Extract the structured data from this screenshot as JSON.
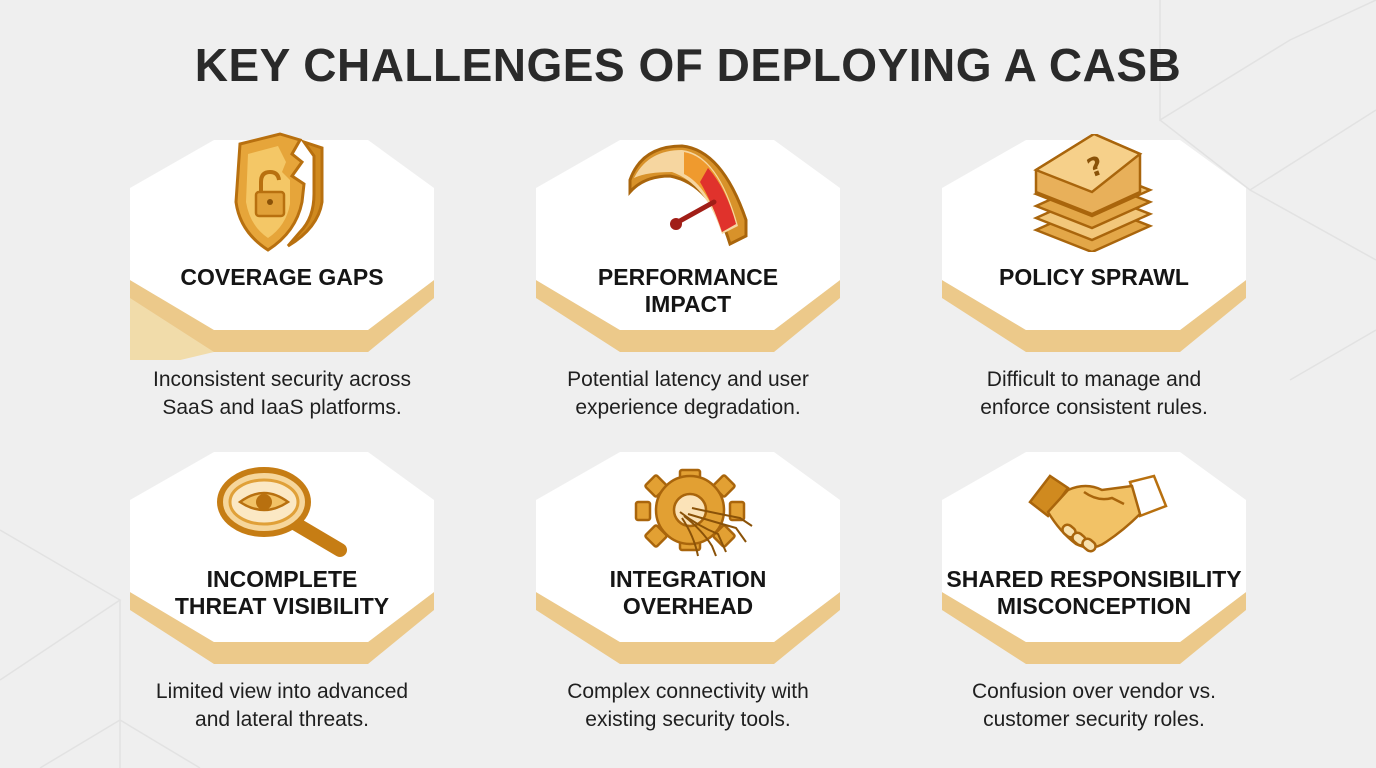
{
  "page": {
    "title": "KEY CHALLENGES OF DEPLOYING A CASB"
  },
  "colors": {
    "background": "#efefef",
    "hex_face": "#ffffff",
    "hex_base": "#ecc98a",
    "icon_orange": "#e2a033",
    "icon_dark": "#c67d14",
    "gauge_red": "#e0322c"
  },
  "cards": [
    {
      "label": "COVERAGE GAPS",
      "description": "Inconsistent security across\nSaaS and IaaS platforms.",
      "icon": "broken-shield-lock-icon"
    },
    {
      "label": "PERFORMANCE\nIMPACT",
      "description": "Potential latency and user\nexperience degradation.",
      "icon": "speedometer-icon"
    },
    {
      "label": "POLICY SPRAWL",
      "description": "Difficult to manage and\nenforce consistent rules.",
      "icon": "stacked-documents-question-icon"
    },
    {
      "label": "INCOMPLETE\nTHREAT VISIBILITY",
      "description": "Limited view into advanced\nand lateral threats.",
      "icon": "magnifier-eye-icon"
    },
    {
      "label": "INTEGRATION\nOVERHEAD",
      "description": "Complex connectivity with\nexisting security tools.",
      "icon": "gear-wires-icon"
    },
    {
      "label": "SHARED RESPONSIBILITY\nMISCONCEPTION",
      "description": "Confusion over vendor vs.\ncustomer security roles.",
      "icon": "handshake-icon"
    }
  ]
}
